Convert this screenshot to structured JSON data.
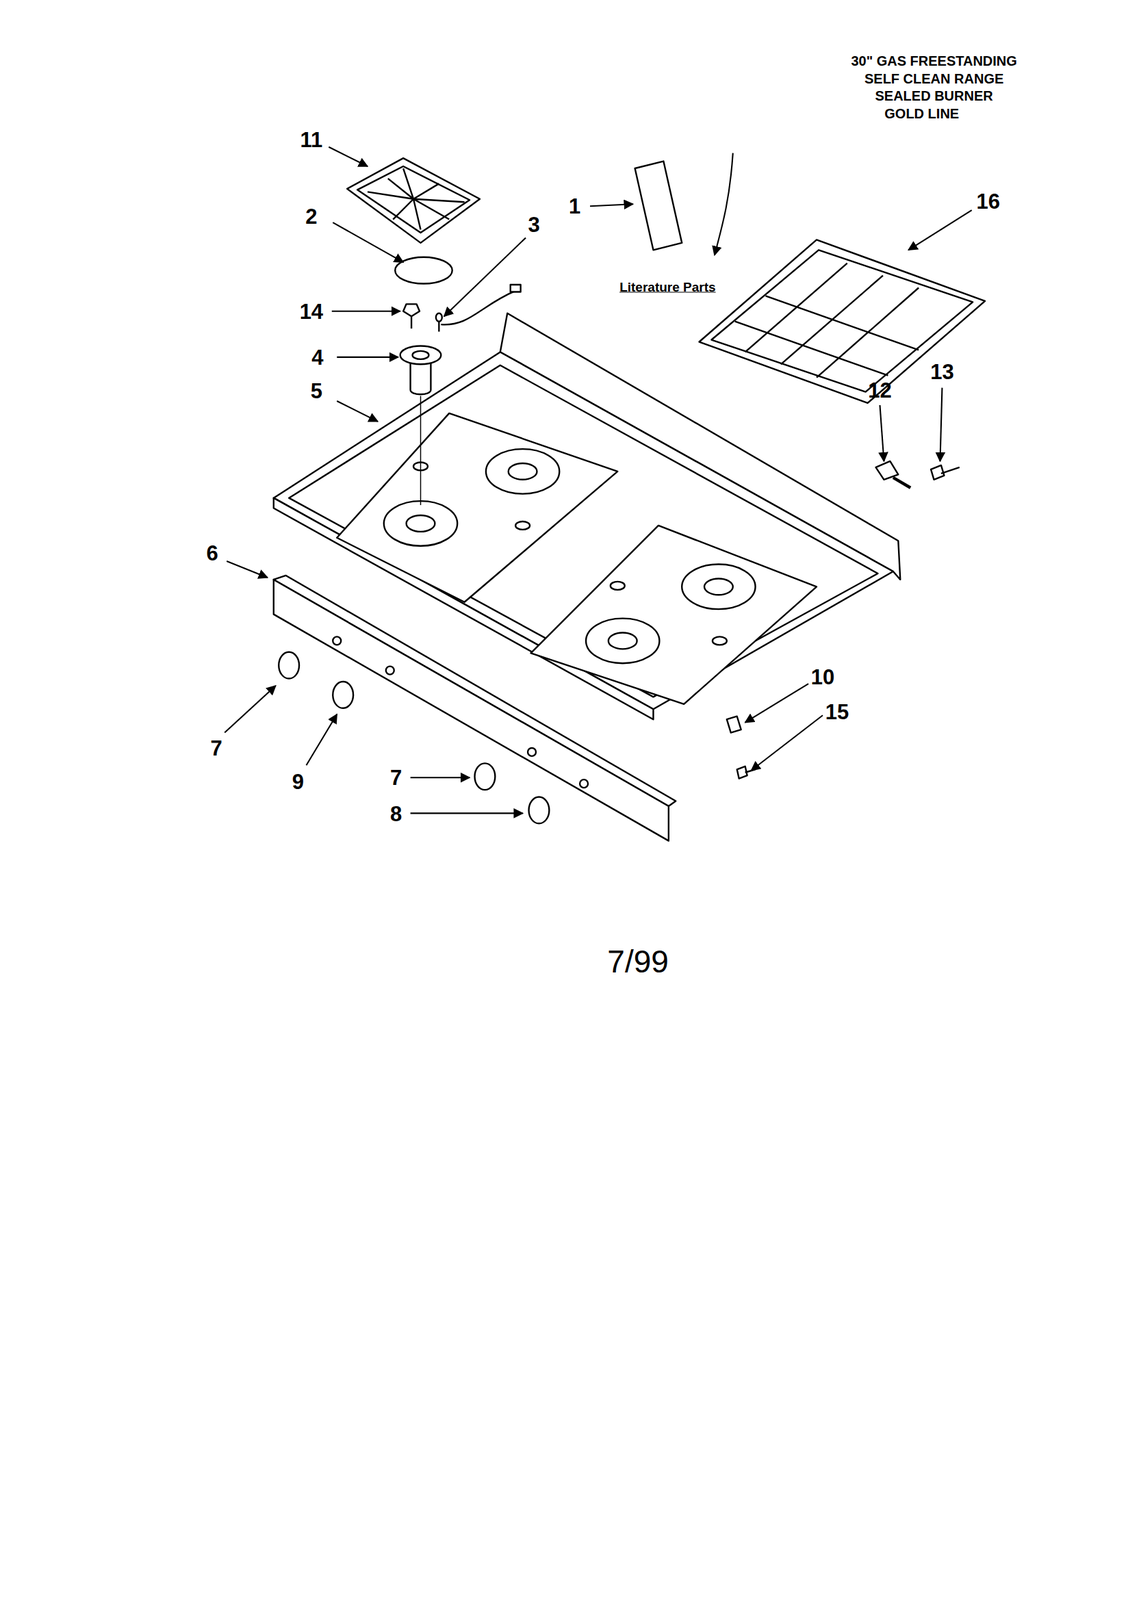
{
  "diagram": {
    "labels": [
      "30\" GAS FREESTANDING",
      "SELF CLEAN RANGE",
      "SEALED BURNER",
      "GOLD LINE",
      "11",
      "2",
      "3",
      "14",
      "4",
      "5",
      "1",
      "Literature Parts",
      "16",
      "13",
      "12",
      "6",
      "10",
      "15",
      "7",
      "9",
      "7",
      "8",
      "7/99"
    ]
  }
}
